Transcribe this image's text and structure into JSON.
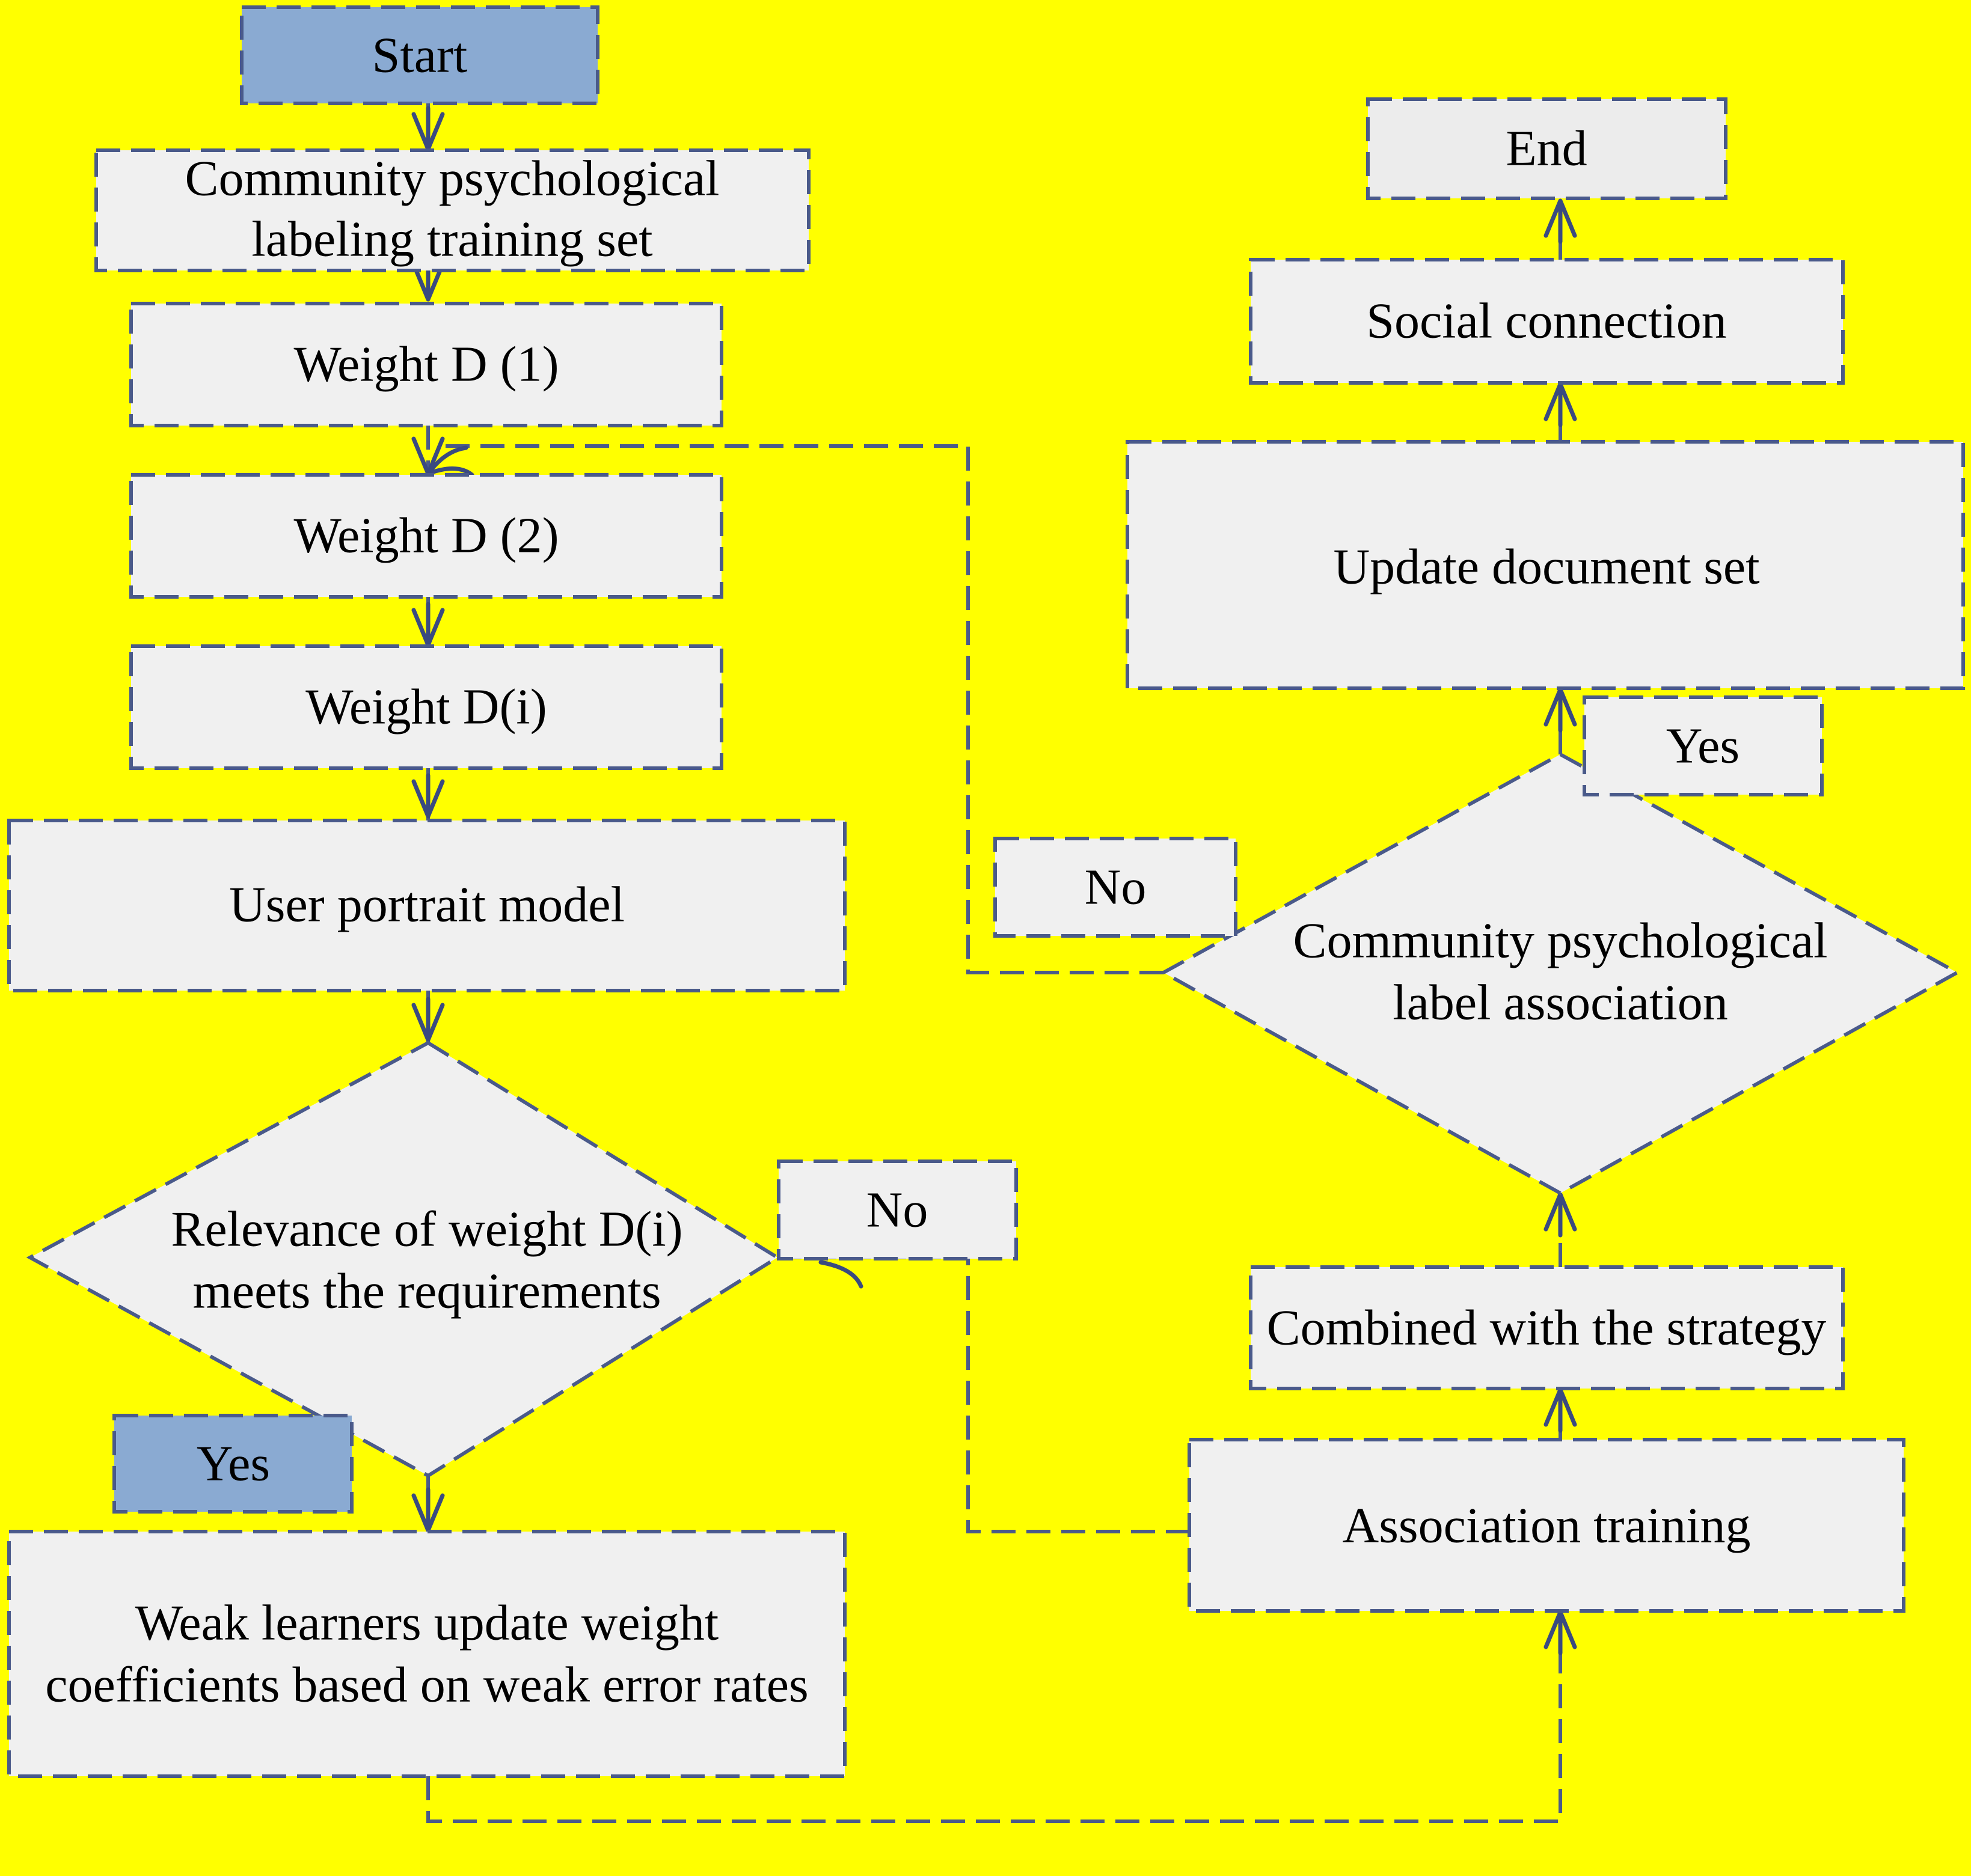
{
  "colors": {
    "background": "#ffff00",
    "box_fill": "#f0f0f0",
    "start_fill": "#8aaad2",
    "stroke": "#4a5a8a"
  },
  "nodes": {
    "start": "Start",
    "training_set": [
      "Community psychological",
      "labeling training set"
    ],
    "weight_d1": "Weight D (1)",
    "weight_d2": "Weight D (2)",
    "weight_di": "Weight D(i)",
    "user_portrait": "User portrait model",
    "relevance_decision": [
      "Relevance of weight D(i)",
      "meets the requirements"
    ],
    "weak_learners": [
      "Weak learners update weight",
      "coefficients based on weak error rates"
    ],
    "association_training": "Association training",
    "combined_strategy": "Combined with the strategy",
    "label_association": [
      "Community psychological",
      "label association"
    ],
    "update_document_set": "Update document set",
    "social_connection": "Social connection",
    "end": "End"
  },
  "edge_labels": {
    "relevance_yes": "Yes",
    "relevance_no": "No",
    "association_yes": "Yes",
    "association_no": "No"
  }
}
